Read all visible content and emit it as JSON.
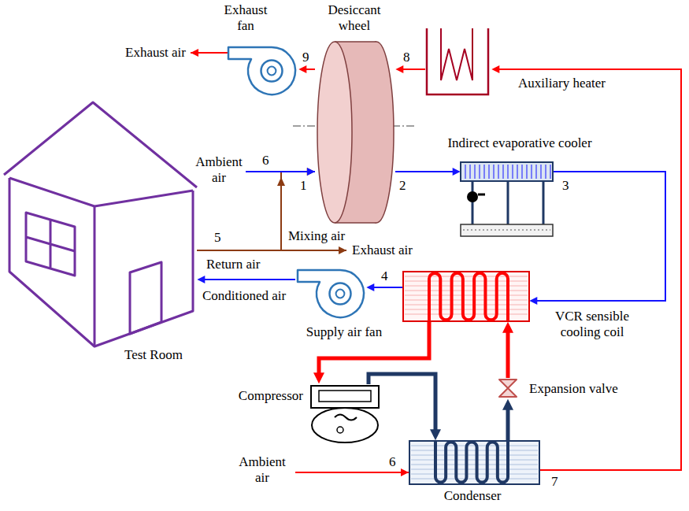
{
  "diagram": {
    "nodes": [
      {
        "text": [
          "Exhaust fan"
        ]
      },
      {
        "text": [
          "Desiccant wheel"
        ]
      },
      {
        "text": [
          "Auxiliary heater"
        ]
      },
      {
        "text": [
          "Indirect evaporative cooler"
        ]
      },
      {
        "text": [
          "Test Room"
        ]
      },
      {
        "text": [
          "Supply air fan"
        ]
      },
      {
        "text": [
          "VCR sensible cooling coil"
        ]
      },
      {
        "text": [
          "Compressor"
        ]
      },
      {
        "text": [
          "Expansion valve"
        ]
      },
      {
        "text": [
          "Condenser"
        ]
      }
    ],
    "edges": [
      {
        "from": 2,
        "to": 1,
        "arrow": "to"
      },
      {
        "from": 1,
        "to": 0,
        "arrow": "to"
      },
      {
        "from": 1,
        "to": 3,
        "arrow": "to"
      },
      {
        "from": 3,
        "to": 6,
        "arrow": "to"
      },
      {
        "from": 6,
        "to": 5,
        "arrow": "to"
      },
      {
        "from": 5,
        "to": 4,
        "arrow": "to"
      },
      {
        "from": 4,
        "to": 1,
        "arrow": "to"
      },
      {
        "from": 6,
        "to": 7,
        "arrow": "to"
      },
      {
        "from": 7,
        "to": 9,
        "arrow": "to"
      },
      {
        "from": 9,
        "to": 8,
        "arrow": "to"
      },
      {
        "from": 8,
        "to": 6,
        "arrow": "to"
      },
      {
        "from": 9,
        "to": 2,
        "arrow": "to"
      }
    ],
    "labels": [
      "Exhaust air",
      "9",
      "8",
      "Ambient air",
      "6",
      "1",
      "2",
      "3",
      "Mixing air",
      "5",
      "Return air",
      "Exhaust air",
      "Conditioned air",
      "4",
      "Ambient air",
      "6",
      "7"
    ]
  }
}
